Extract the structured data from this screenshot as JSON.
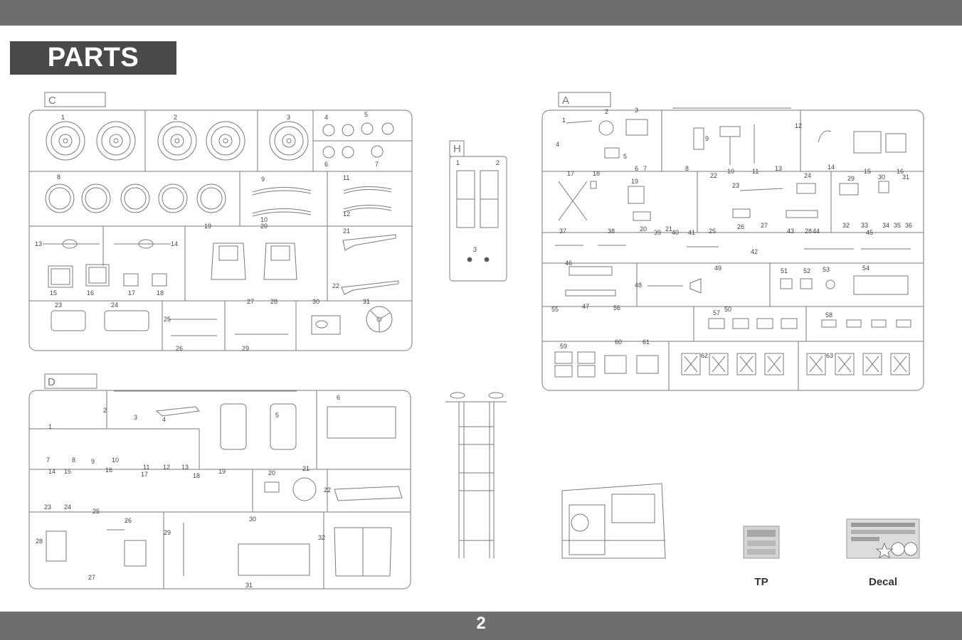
{
  "page": {
    "title": "PARTS",
    "page_number": "2"
  },
  "sprues": {
    "C": {
      "label": "C",
      "part_numbers": [
        "1",
        "2",
        "3",
        "4",
        "5",
        "6",
        "7",
        "8",
        "9",
        "10",
        "11",
        "12",
        "13",
        "14",
        "15",
        "16",
        "17",
        "18",
        "19",
        "20",
        "21",
        "22",
        "23",
        "24",
        "25",
        "26",
        "27",
        "28",
        "29",
        "30",
        "31"
      ]
    },
    "H": {
      "label": "H",
      "part_numbers": [
        "1",
        "2",
        "3"
      ]
    },
    "A": {
      "label": "A",
      "part_numbers": [
        "1",
        "2",
        "3",
        "4",
        "5",
        "6",
        "7",
        "8",
        "9",
        "10",
        "11",
        "12",
        "13",
        "14",
        "15",
        "16",
        "17",
        "18",
        "19",
        "20",
        "21",
        "22",
        "23",
        "24",
        "25",
        "26",
        "27",
        "28",
        "29",
        "30",
        "31",
        "32",
        "33",
        "34",
        "35",
        "36",
        "37",
        "38",
        "39",
        "40",
        "41",
        "42",
        "43",
        "44",
        "45",
        "46",
        "47",
        "48",
        "49",
        "50",
        "51",
        "52",
        "53",
        "54",
        "55",
        "56",
        "57",
        "58",
        "59",
        "60",
        "61",
        "62",
        "63"
      ]
    },
    "D": {
      "label": "D",
      "part_numbers": [
        "1",
        "2",
        "3",
        "4",
        "5",
        "6",
        "7",
        "8",
        "9",
        "10",
        "11",
        "12",
        "13",
        "14",
        "15",
        "16",
        "17",
        "18",
        "19",
        "20",
        "21",
        "22",
        "23",
        "24",
        "25",
        "26",
        "27",
        "28",
        "29",
        "30",
        "31",
        "32"
      ]
    }
  },
  "extras": {
    "tp_label": "TP",
    "decal_label": "Decal"
  }
}
